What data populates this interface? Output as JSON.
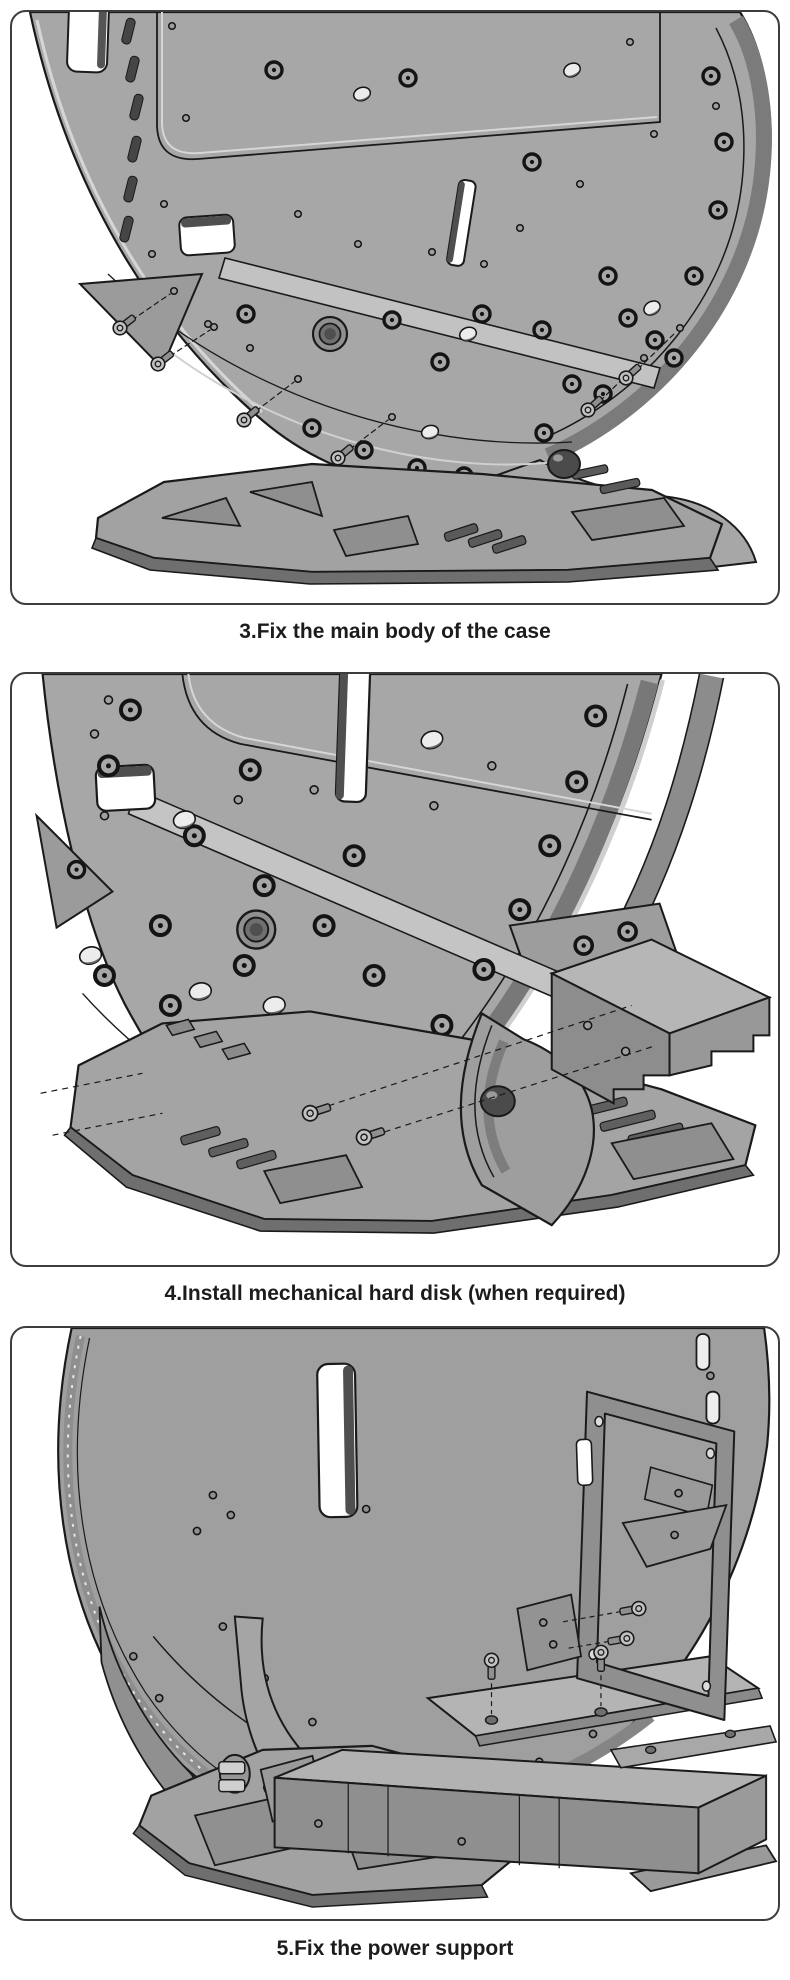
{
  "document": {
    "type": "assembly-instructions",
    "background": "#ffffff"
  },
  "steps": [
    {
      "number": "3",
      "caption": "3.Fix the main body of the case",
      "illustration": "fix-main-case-body"
    },
    {
      "number": "4",
      "caption": "4.Install mechanical hard disk (when required)",
      "illustration": "install-mechanical-hard-disk"
    },
    {
      "number": "5",
      "caption": "5.Fix the power support",
      "illustration": "fix-power-support"
    }
  ],
  "style": {
    "panel_border": "#3d3d3d",
    "caption_color": "#1c1c1c",
    "outline": "#1a1a1a",
    "metal": "#a7a7a7",
    "metal_dark": "#7a7a7a",
    "metal_light": "#c9c9c9",
    "cutout_dark": "#4f4f4f",
    "white": "#ffffff"
  }
}
